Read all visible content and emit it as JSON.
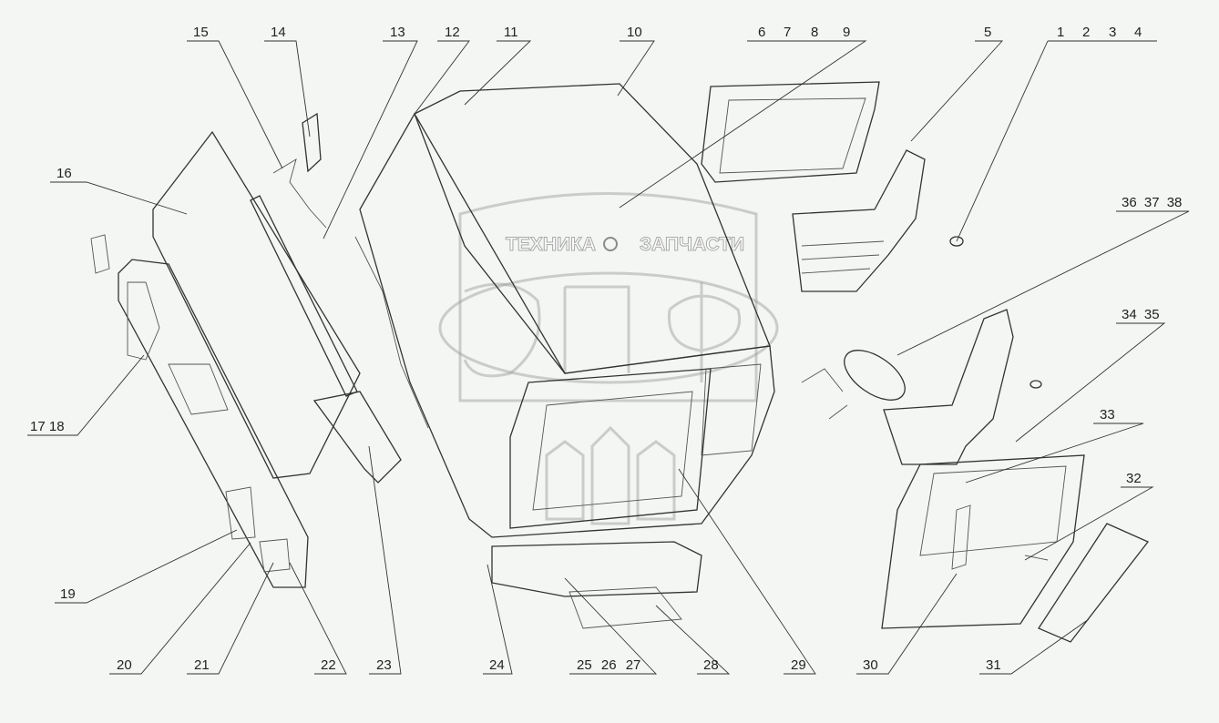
{
  "watermark": {
    "text_left": "ТЕХНИКА",
    "text_right": "ЗАПЧАСТИ",
    "logo": "ЭПФ"
  },
  "callouts": [
    {
      "id": "c1",
      "text": "1"
    },
    {
      "id": "c2",
      "text": "2"
    },
    {
      "id": "c3",
      "text": "3"
    },
    {
      "id": "c4",
      "text": "4"
    },
    {
      "id": "c5",
      "text": "5"
    },
    {
      "id": "c6",
      "text": "6"
    },
    {
      "id": "c7",
      "text": "7"
    },
    {
      "id": "c8",
      "text": "8"
    },
    {
      "id": "c9",
      "text": "9"
    },
    {
      "id": "c10",
      "text": "10"
    },
    {
      "id": "c11",
      "text": "11"
    },
    {
      "id": "c12",
      "text": "12"
    },
    {
      "id": "c13",
      "text": "13"
    },
    {
      "id": "c14",
      "text": "14"
    },
    {
      "id": "c15",
      "text": "15"
    },
    {
      "id": "c16",
      "text": "16"
    },
    {
      "id": "c1718",
      "text": "17 18"
    },
    {
      "id": "c19",
      "text": "19"
    },
    {
      "id": "c20",
      "text": "20"
    },
    {
      "id": "c21",
      "text": "21"
    },
    {
      "id": "c22",
      "text": "22"
    },
    {
      "id": "c23",
      "text": "23"
    },
    {
      "id": "c24",
      "text": "24"
    },
    {
      "id": "c252627",
      "text": "25 26 27"
    },
    {
      "id": "c28",
      "text": "28"
    },
    {
      "id": "c29",
      "text": "29"
    },
    {
      "id": "c30",
      "text": "30"
    },
    {
      "id": "c31",
      "text": "31"
    },
    {
      "id": "c32",
      "text": "32"
    },
    {
      "id": "c33",
      "text": "33"
    },
    {
      "id": "c3435",
      "text": "34 35"
    },
    {
      "id": "c363738",
      "text": "36 37 38"
    }
  ]
}
